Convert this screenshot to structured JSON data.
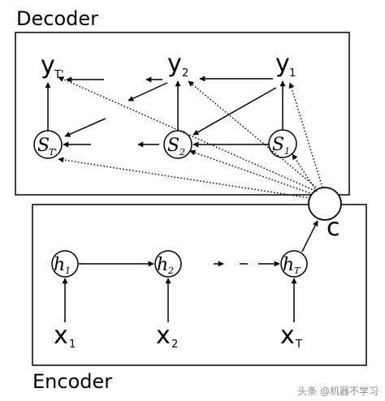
{
  "decoder": {
    "title": "Decoder",
    "outputs": {
      "last": "y",
      "last_sub": "T'",
      "second": "y",
      "second_sub": "2",
      "first": "y",
      "first_sub": "1"
    },
    "states": {
      "last": "S",
      "last_sub": "T'",
      "second": "S",
      "second_sub": "2",
      "first": "S",
      "first_sub": "1"
    }
  },
  "context": {
    "label": "c"
  },
  "encoder": {
    "title": "Encoder",
    "hidden": {
      "first": "h",
      "first_sub": "1",
      "second": "h",
      "second_sub": "2",
      "last": "h",
      "last_sub": "T"
    },
    "inputs": {
      "first": "x",
      "first_sub": "1",
      "second": "x",
      "second_sub": "2",
      "last": "x",
      "last_sub": "T"
    }
  },
  "watermark": "头条 @机器不学习",
  "colors": {
    "stroke": "#000000",
    "background": "#ffffff",
    "watermark": "#8a8a8a"
  }
}
